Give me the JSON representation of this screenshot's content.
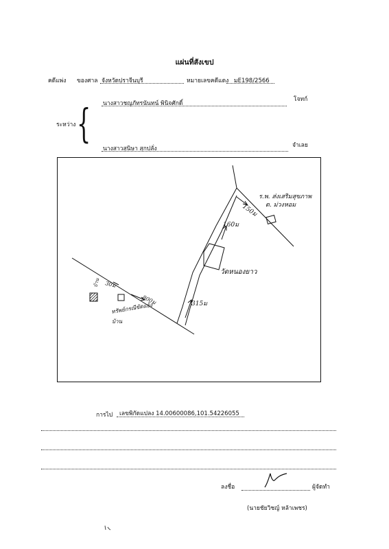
{
  "header": {
    "title": "แผ่นที่สังเขป",
    "case_label": "คดีแพ่ง",
    "court_prefix": "ของศาล",
    "court_name": "จังหวัดปราจีนบุรี",
    "red_case_label": "หมายเลขคดีแดง",
    "red_case_number": "มE198/2566"
  },
  "parties": {
    "between_label": "ระหว่าง",
    "plaintiff_name": "นางสาวชญภัทรนันทน์ พินิจศักดิ์",
    "plaintiff_role": "โจทก์",
    "defendant_name": "นางสาวสุนิษา สุกปลั่ง",
    "defendant_role": "จำเลย"
  },
  "map": {
    "top_label_line1": "ร.พ. ส่งเสริมสุขภาพ",
    "top_label_line2": "ต. ม่วงหอม",
    "dist_150": "150ม",
    "dist_160": "160ม",
    "temple_label": "วัดหนองยาว",
    "dist_315": "315ม",
    "dist_30": "30ม",
    "dist_800": "800ม",
    "target_label_line1": "ทรัพย์กรณีขัดแย้ง",
    "target_label_line2": "บ้าน",
    "side_label": "บ้าน"
  },
  "directions": {
    "label": "การไป",
    "parcel_text": "เลขพิกัดแปลง 14.00600086,101.54226055"
  },
  "signature": {
    "sign_label": "ลงชื่อ",
    "role": "ผู้จัดทำ",
    "signer_name": "(นายชัยวิชญ์ หล้าเพชร)"
  }
}
